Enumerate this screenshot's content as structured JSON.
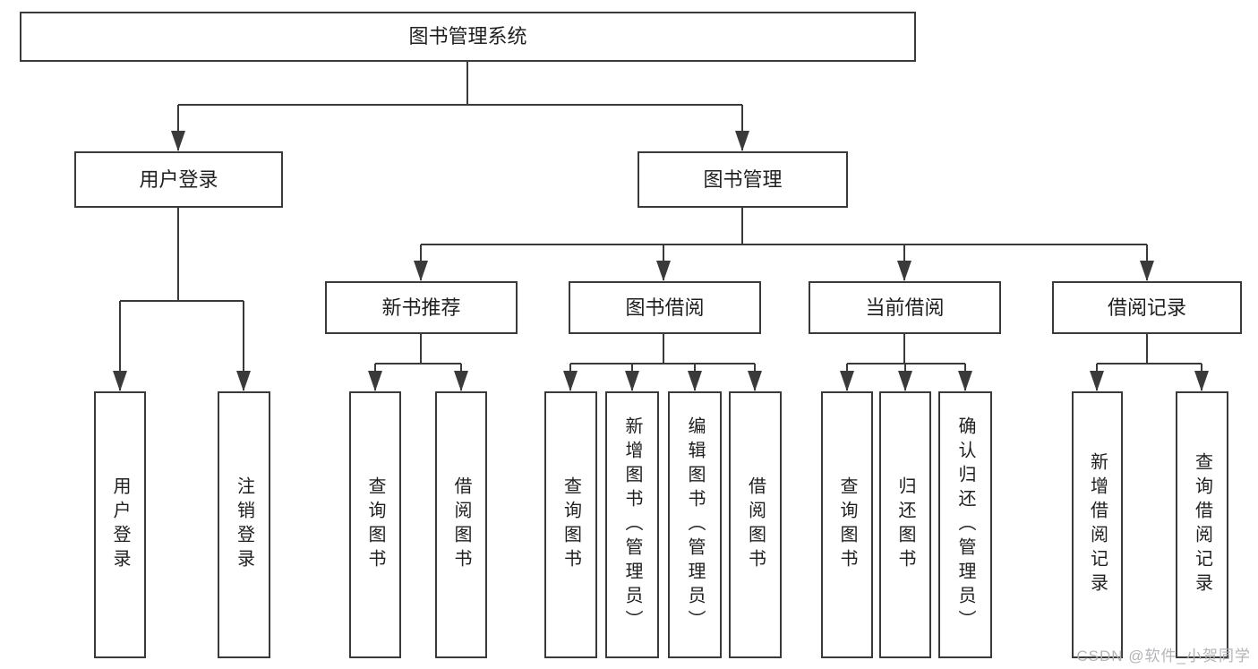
{
  "colors": {
    "line": "#3a3a3a",
    "text": "#1f1f1f",
    "box_bg": "#ffffff",
    "watermark": "#b0b0b6",
    "background": "#ffffff"
  },
  "watermark": {
    "text": "CSDN @软件_小贺同学"
  },
  "tree": {
    "label": "图书管理系统",
    "children": [
      {
        "label": "用户登录",
        "children": [
          {
            "label": "用户登录"
          },
          {
            "label": "注销登录"
          }
        ]
      },
      {
        "label": "图书管理",
        "children": [
          {
            "label": "新书推荐",
            "children": [
              {
                "label": "查询图书"
              },
              {
                "label": "借阅图书"
              }
            ]
          },
          {
            "label": "图书借阅",
            "children": [
              {
                "label": "查询图书"
              },
              {
                "label": "新增图书（管理员）"
              },
              {
                "label": "编辑图书（管理员）"
              },
              {
                "label": "借阅图书"
              }
            ]
          },
          {
            "label": "当前借阅",
            "children": [
              {
                "label": "查询图书"
              },
              {
                "label": "归还图书"
              },
              {
                "label": "确认归还（管理员）"
              }
            ]
          },
          {
            "label": "借阅记录",
            "children": [
              {
                "label": "新增借阅记录"
              },
              {
                "label": "查询借阅记录"
              }
            ]
          }
        ]
      }
    ]
  }
}
